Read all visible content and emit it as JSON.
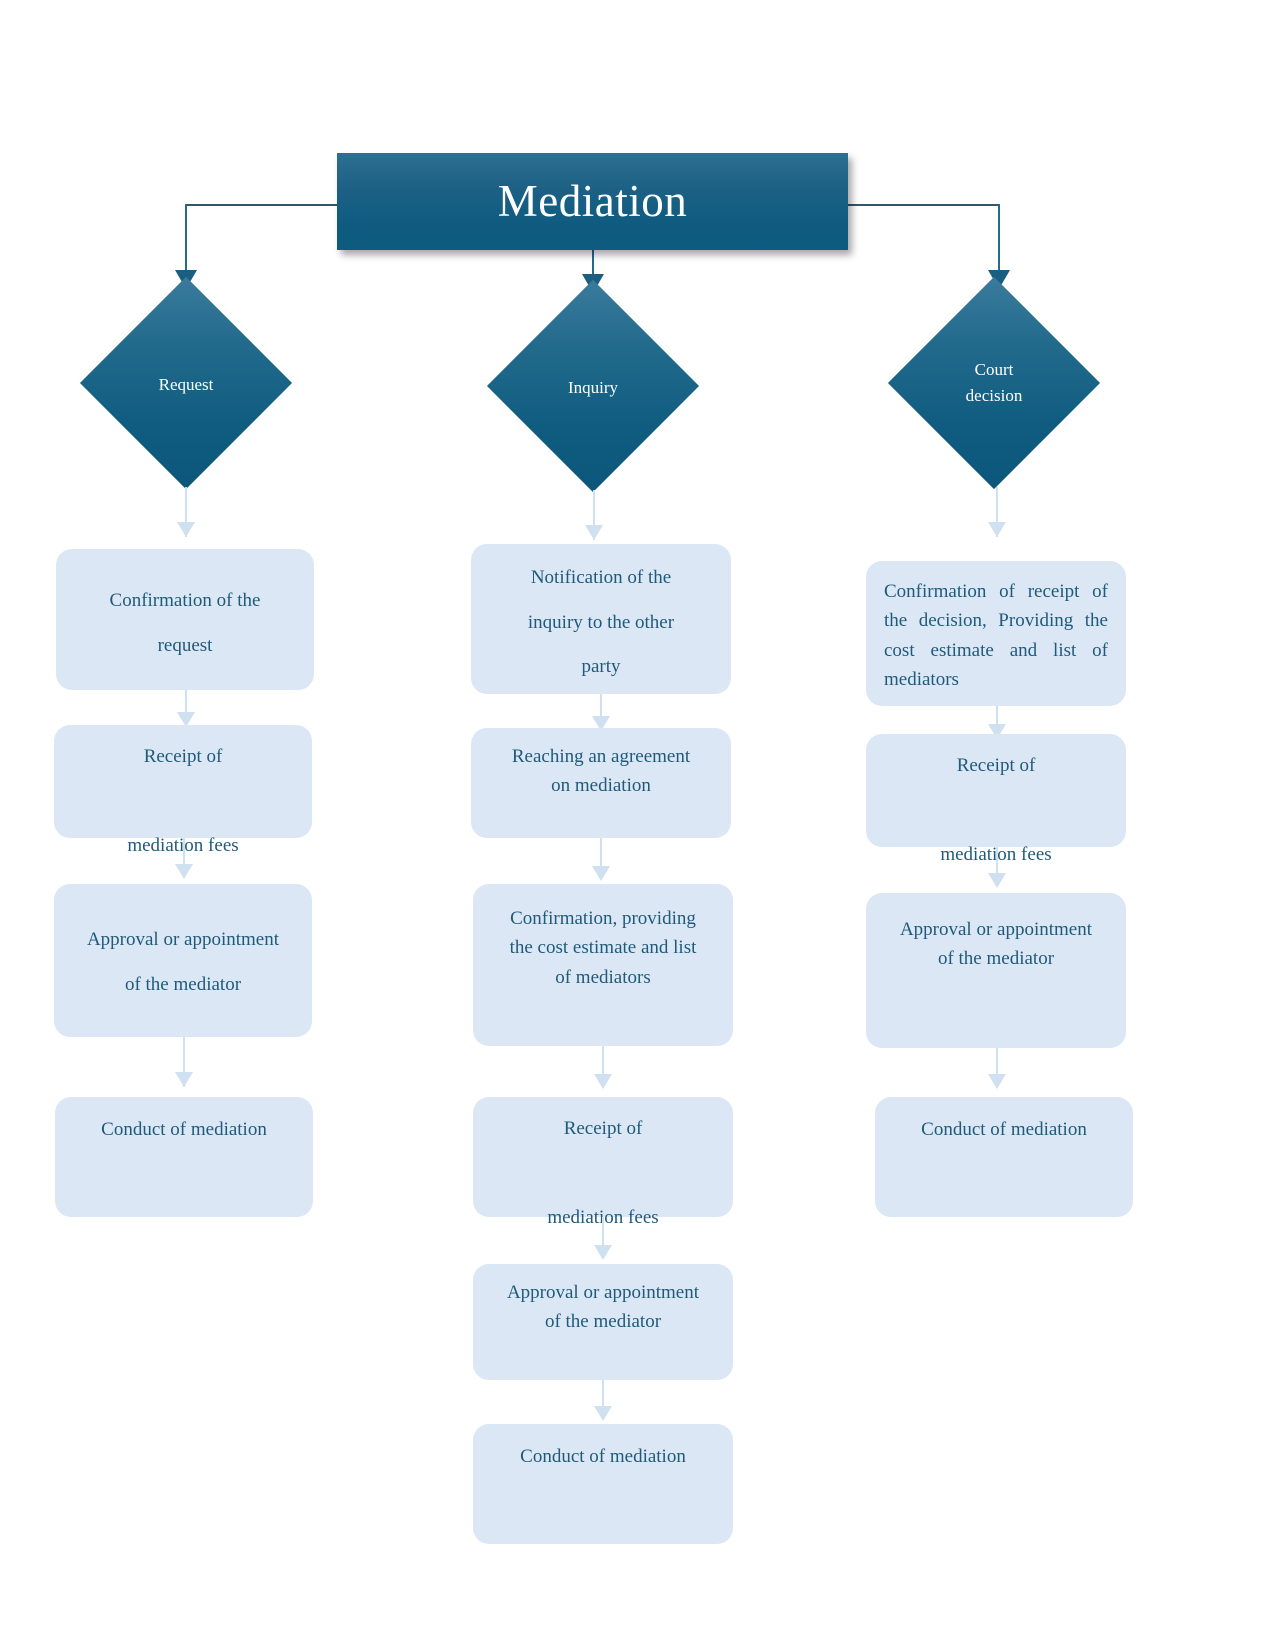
{
  "diagram": {
    "title": "Mediation",
    "type": "flowchart",
    "colors": {
      "header_fill_top": "#2e6f93",
      "header_fill_bottom": "#0d5b80",
      "header_text": "#ffffff",
      "diamond_fill": "#0f5c80",
      "box_fill": "#dbe7f5",
      "box_text": "#1f5a7a",
      "connector_dark": "#35566a",
      "connector_teal": "#1f6d92",
      "connector_pale": "#cfe0f0",
      "background": "#ffffff"
    },
    "branches": [
      {
        "id": "request",
        "decision": "Request",
        "steps": [
          "Confirmation of the\nrequest",
          "Receipt of\n\nmediation fees",
          "Approval or appointment\nof the mediator",
          "Conduct of mediation"
        ]
      },
      {
        "id": "inquiry",
        "decision": "Inquiry",
        "steps": [
          "Notification of the\ninquiry to the other\nparty",
          "Reaching an agreement\non mediation",
          "Confirmation, providing\nthe cost estimate and list\nof mediators",
          "Receipt of\n\nmediation fees",
          "Approval or appointment\nof the mediator",
          "Conduct of mediation"
        ]
      },
      {
        "id": "court-decision",
        "decision": "Court\ndecision",
        "steps": [
          "Confirmation of receipt of the decision, Providing the cost estimate and list of mediators",
          "Receipt of\n\nmediation fees",
          "Approval or appointment\nof the mediator",
          "Conduct of mediation"
        ]
      }
    ]
  }
}
